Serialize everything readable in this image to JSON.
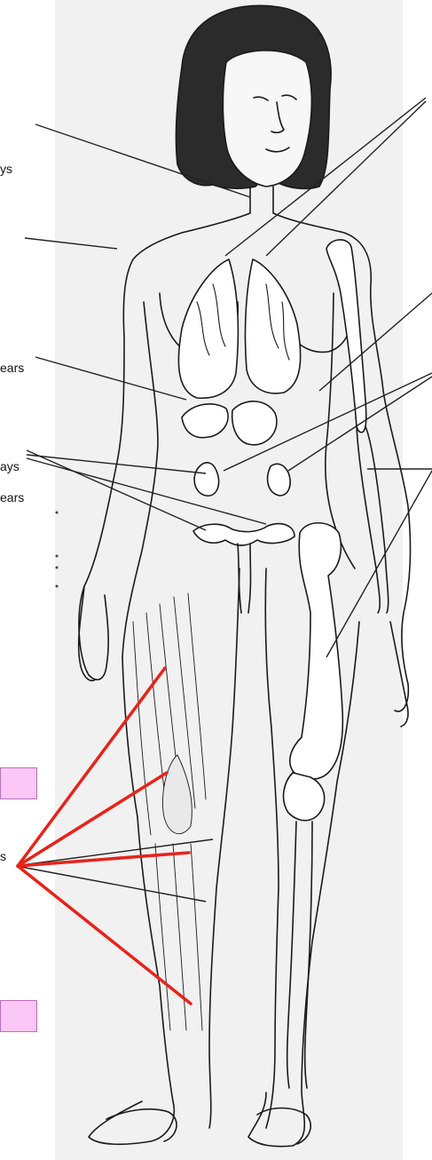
{
  "labels": {
    "frag_1": "ys",
    "frag_2": "ears",
    "frag_3": "ays",
    "frag_4": "ears",
    "frag_5": "s"
  },
  "colors": {
    "background": "#ffffff",
    "figure_panel": "#f1f1f1",
    "pointer_lines": "#222222",
    "highlight_lines": "#e8231a",
    "label_boxes": "#fbc7f7"
  }
}
